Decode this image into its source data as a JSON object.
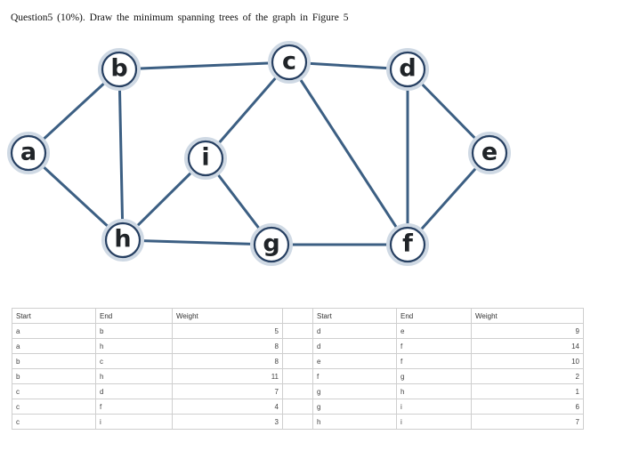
{
  "question": "Question5 (10%). Draw the minimum spanning trees of the graph in Figure 5",
  "graph": {
    "nodes": [
      "a",
      "b",
      "c",
      "d",
      "e",
      "f",
      "g",
      "h",
      "i"
    ],
    "edges": [
      [
        "a",
        "b"
      ],
      [
        "a",
        "h"
      ],
      [
        "b",
        "c"
      ],
      [
        "b",
        "h"
      ],
      [
        "c",
        "d"
      ],
      [
        "c",
        "f"
      ],
      [
        "c",
        "i"
      ],
      [
        "d",
        "e"
      ],
      [
        "d",
        "f"
      ],
      [
        "e",
        "f"
      ],
      [
        "f",
        "g"
      ],
      [
        "g",
        "h"
      ],
      [
        "g",
        "i"
      ],
      [
        "h",
        "i"
      ]
    ]
  },
  "table": {
    "headers": [
      "Start",
      "End",
      "Weight",
      "",
      "Start",
      "End",
      "Weight"
    ],
    "rows": [
      {
        "s1": "a",
        "e1": "b",
        "w1": "5",
        "s2": "d",
        "e2": "e",
        "w2": "9"
      },
      {
        "s1": "a",
        "e1": "h",
        "w1": "8",
        "s2": "d",
        "e2": "f",
        "w2": "14"
      },
      {
        "s1": "b",
        "e1": "c",
        "w1": "8",
        "s2": "e",
        "e2": "f",
        "w2": "10"
      },
      {
        "s1": "b",
        "e1": "h",
        "w1": "11",
        "s2": "f",
        "e2": "g",
        "w2": "2"
      },
      {
        "s1": "c",
        "e1": "d",
        "w1": "7",
        "s2": "g",
        "e2": "h",
        "w2": "1"
      },
      {
        "s1": "c",
        "e1": "f",
        "w1": "4",
        "s2": "g",
        "e2": "i",
        "w2": "6"
      },
      {
        "s1": "c",
        "e1": "i",
        "w1": "3",
        "s2": "h",
        "e2": "i",
        "w2": "7"
      }
    ]
  }
}
